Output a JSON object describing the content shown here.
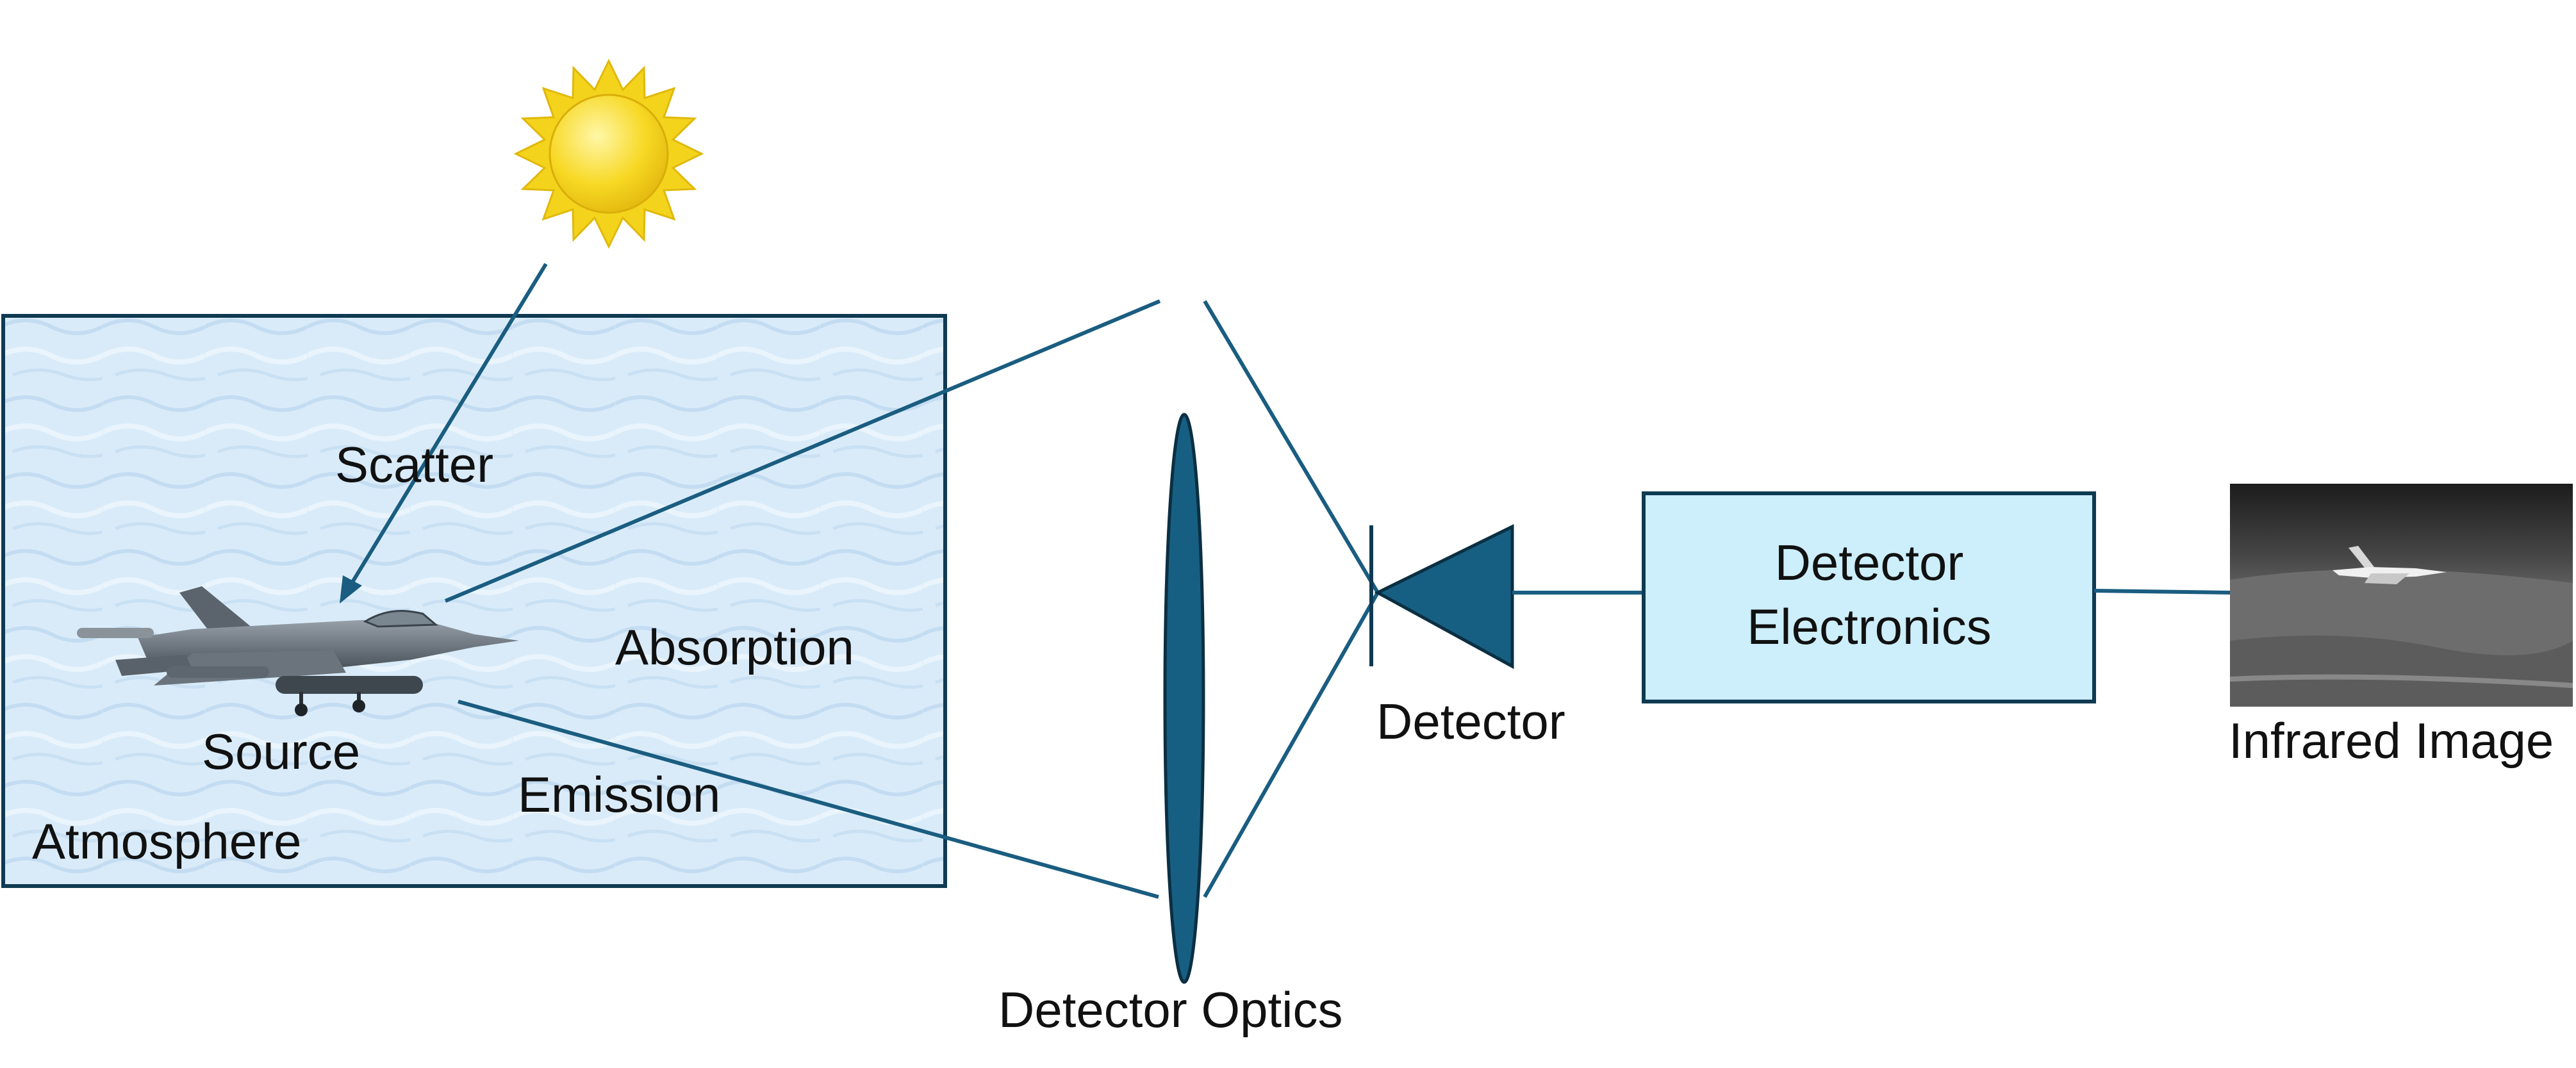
{
  "labels": {
    "scatter": "Scatter",
    "absorption": "Absorption",
    "source": "Source",
    "emission": "Emission",
    "atmosphere": "Atmosphere",
    "detector_optics": "Detector Optics",
    "detector": "Detector",
    "electronics_line1": "Detector",
    "electronics_line2": "Electronics",
    "infrared_image": "Infrared Image"
  },
  "colors": {
    "line": "#1a5d80",
    "lens": "#175f82",
    "detector": "#175f82",
    "electronics_fill": "#cdeefb",
    "atmosphere_fill": "#d7e9f8",
    "sun_rays": "#f2d21e",
    "sun_core": "#f9dc2a",
    "ir_background": "#3a3a3a"
  },
  "icons": {
    "sun": "sun-icon",
    "aircraft": "fighter-jet-icon",
    "infrared_thumbnail": "infrared-aircraft-image"
  }
}
